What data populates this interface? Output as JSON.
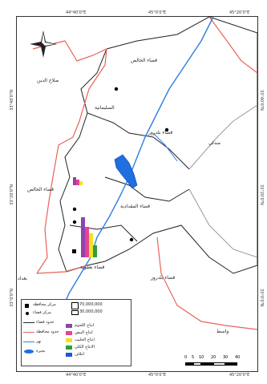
{
  "coords": {
    "top": [
      "44°40'0\"E",
      "45°0'0\"E",
      "45°20'0\"E"
    ],
    "bottom": [
      "44°40'0\"E",
      "45°0'0\"E",
      "45°20'0\"E"
    ],
    "left": [
      "33°40'0\"N",
      "33°20'0\"N",
      "33°0'0\"N"
    ],
    "right": [
      "33°40'0\"N",
      "33°20'0\"N",
      "33°0'0\"N"
    ]
  },
  "labels": {
    "north_district": "قضاء الخالص",
    "northwest_district": "صلاح الدين",
    "salah_town": "السليمانية",
    "baqubah_north": "قضاء بلدروز",
    "east_region": "مندلي",
    "west_region": "قضاء الخالص",
    "center_region": "قضاء المقدادية",
    "baqubah": "قضاء بعقوبة",
    "south_region": "قضاء بلدروز",
    "baghdad": "بغداد",
    "wasit": "واسط"
  },
  "legend": {
    "items": [
      "مركز محافظة",
      "مركز قضاء",
      "حدود قضاء",
      "حدود محافظة",
      "نهر",
      "بحيرة"
    ],
    "bar_items": [
      "70,000,000",
      "30,000,000"
    ],
    "bar_series": [
      "انتاج اللحوم",
      "انتاج البيض",
      "انتاج الحليب",
      "الانتاج الكلي",
      "اعلاف"
    ],
    "colors": {
      "series1": "#8e44ad",
      "series2": "#e84393",
      "series3": "#f1e41c",
      "series4": "#2e9e3a",
      "series5": "#1f57d6",
      "river": "#2f7de1",
      "lake": "#1f6fe0"
    }
  },
  "scale": {
    "ticks": [
      "0",
      "5",
      "10",
      "20",
      "30",
      "40"
    ]
  }
}
